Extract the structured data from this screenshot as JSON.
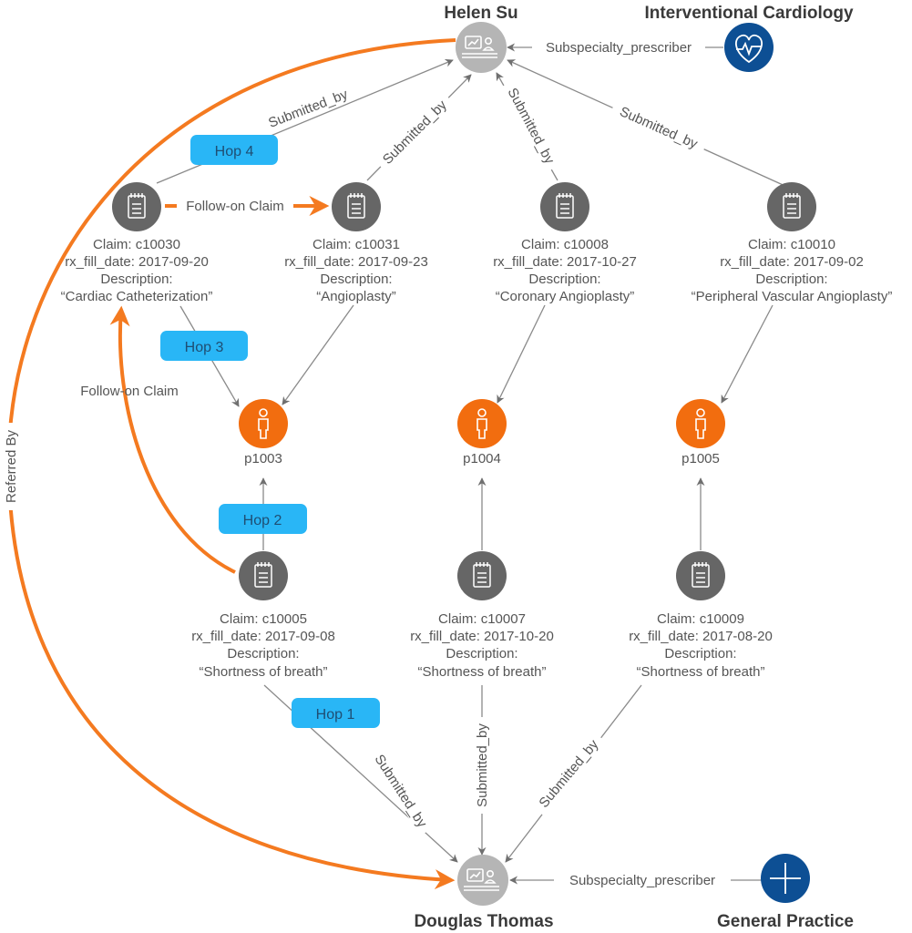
{
  "providers": {
    "helen": {
      "name": "Helen Su"
    },
    "douglas": {
      "name": "Douglas Thomas"
    }
  },
  "specialties": {
    "cardio": {
      "name": "Interventional Cardiology",
      "color": "#0d4f94"
    },
    "gp": {
      "name": "General Practice",
      "color": "#0d4f94"
    }
  },
  "claims": {
    "c10030": {
      "claim": "Claim: c10030",
      "date": "rx_fill_date: 2017-09-20",
      "desc_label": "Description:",
      "desc": "“Cardiac Catheterization”"
    },
    "c10031": {
      "claim": "Claim: c10031",
      "date": "rx_fill_date: 2017-09-23",
      "desc_label": "Description:",
      "desc": "“Angioplasty”"
    },
    "c10008": {
      "claim": "Claim: c10008",
      "date": "rx_fill_date: 2017-10-27",
      "desc_label": "Description:",
      "desc": "“Coronary Angioplasty”"
    },
    "c10010": {
      "claim": "Claim: c10010",
      "date": "rx_fill_date: 2017-09-02",
      "desc_label": "Description:",
      "desc": "“Peripheral Vascular Angioplasty”"
    },
    "c10005": {
      "claim": "Claim: c10005",
      "date": "rx_fill_date: 2017-09-08",
      "desc_label": "Description:",
      "desc": "“Shortness of breath”"
    },
    "c10007": {
      "claim": "Claim: c10007",
      "date": "rx_fill_date: 2017-10-20",
      "desc_label": "Description:",
      "desc": "“Shortness of breath”"
    },
    "c10009": {
      "claim": "Claim: c10009",
      "date": "rx_fill_date: 2017-08-20",
      "desc_label": "Description:",
      "desc": "“Shortness of breath”"
    }
  },
  "patients": {
    "p1003": {
      "name": "p1003"
    },
    "p1004": {
      "name": "p1004"
    },
    "p1005": {
      "name": "p1005"
    }
  },
  "edges": {
    "submitted_by": "Submitted_by",
    "subspecialty_prescriber": "Subspecialty_prescriber",
    "follow_on_claim": "Follow-on Claim",
    "referred_by": "Referred By"
  },
  "hops": {
    "hop1": "Hop 1",
    "hop2": "Hop 2",
    "hop3": "Hop 3",
    "hop4": "Hop 4"
  },
  "colors": {
    "claim_node": "#666666",
    "patient_node": "#f26d0f",
    "provider_node": "#b5b5b5",
    "hop_badge": "#29b6f6",
    "highlight": "#f47a20",
    "edge": "#8a8a8a"
  }
}
